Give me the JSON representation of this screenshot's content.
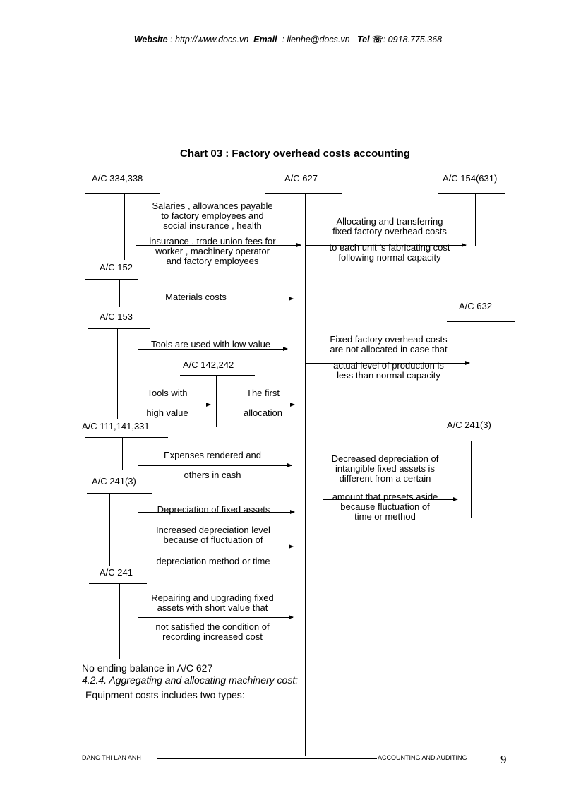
{
  "header": {
    "website_label": "Website",
    "website_value": ": http://www.docs.vn",
    "email_label": "Email",
    "email_value": ": lienhe@docs.vn",
    "tel_label": "Tel",
    "tel_icon": "phone-icon",
    "tel_value": ": 0918.775.368"
  },
  "chart": {
    "title": "Chart 03 : Factory overhead costs accounting",
    "accounts": {
      "ac334": "A/C 334,338",
      "ac627": "A/C 627",
      "ac154": "A/C 154(631)",
      "ac152": "A/C 152",
      "ac153": "A/C 153",
      "ac632": "A/C 632",
      "ac142": "A/C 142,242",
      "ac111": "A/C 111,141,331",
      "ac2413_right": "A/C 241(3)",
      "ac2413_left": "A/C 241(3)",
      "ac241": "A/C 241"
    },
    "entries": {
      "salaries_l1": "Salaries , allowances payable",
      "salaries_l2": "to factory employees and",
      "salaries_l3": "social insurance , health",
      "salaries_l4": "insurance , trade union fees for",
      "salaries_l5": "worker , machinery operator",
      "salaries_l6": "and factory employees",
      "alloc_l1": "Allocating and transferring",
      "alloc_l2": "fixed factory overhead costs",
      "alloc_l3": "to each unit ’s fabricating cost",
      "alloc_l4": "following normal capacity",
      "materials": "Materials costs",
      "fixed_na_l1": "Fixed factory overhead costs",
      "fixed_na_l2": "are not allocated in case that",
      "fixed_na_l3": "actual level of production is",
      "fixed_na_l4": "less than normal capacity",
      "tools_low": "Tools are used with low value",
      "tools_high_l1": "Tools with",
      "tools_high_l2": "high value",
      "first_alloc_l1": "The first",
      "first_alloc_l2": "allocation",
      "expenses_l1": "Expenses rendered and",
      "expenses_l2": "others in cash",
      "decreased_l1": "Decreased depreciation of",
      "decreased_l2": "intangible fixed assets is",
      "decreased_l3": "different from a certain",
      "decreased_l4": "amount that presets aside",
      "decreased_l5": "because fluctuation of",
      "decreased_l6": "time or method",
      "depreciation": "Depreciation of fixed assets",
      "increased_l1": "Increased depreciation level",
      "increased_l2": "because of fluctuation of",
      "increased_l3": "depreciation method or time",
      "repair_l1": "Repairing and upgrading fixed",
      "repair_l2": "assets with short value that",
      "repair_l3": "not satisfied the condition of",
      "repair_l4": "recording increased cost"
    }
  },
  "body": {
    "no_ending": "No ending balance in A/C 627",
    "section": "4.2.4. Aggregating and allocating machinery cost:",
    "equipment": "Equipment costs includes two types:"
  },
  "footer": {
    "author": "DANG THI LAN ANH",
    "dept": "ACCOUNTING AND AUDITING",
    "page": "9"
  }
}
